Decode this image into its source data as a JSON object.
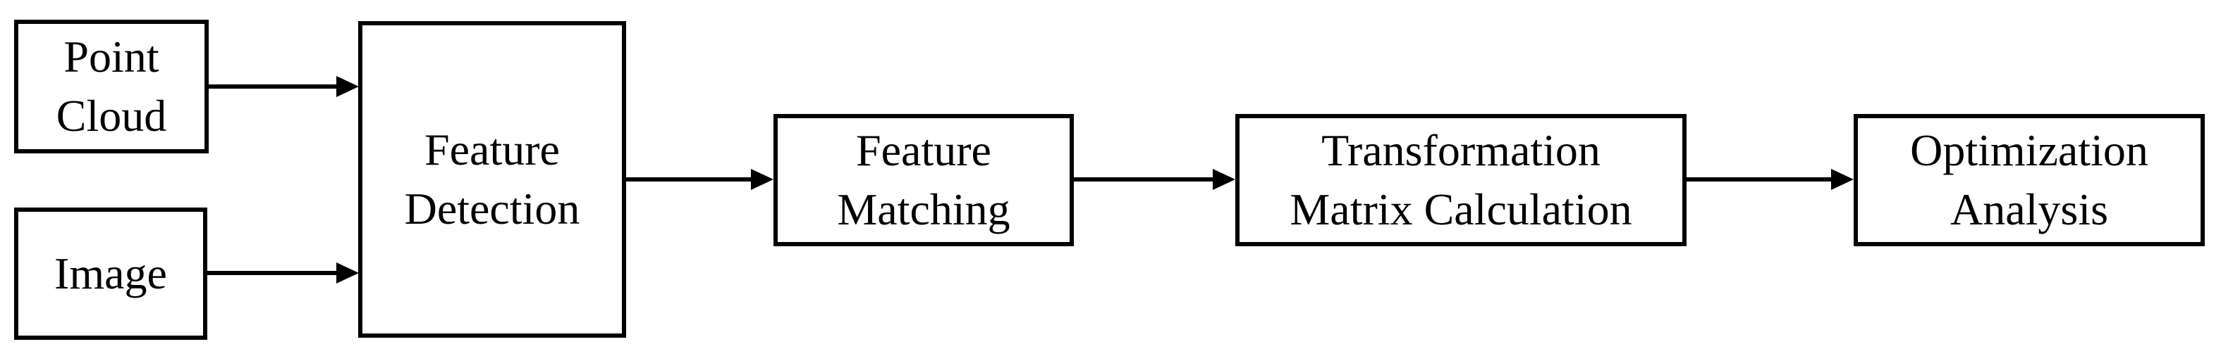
{
  "diagram": {
    "type": "flowchart",
    "background_color": "#ffffff",
    "node_fill_color": "#ffffff",
    "node_border_color": "#000000",
    "text_color": "#000000",
    "arrow_color": "#000000",
    "nodes": [
      {
        "id": "point-cloud",
        "label": "Point\nCloud"
      },
      {
        "id": "image",
        "label": "Image"
      },
      {
        "id": "feature-detection",
        "label": "Feature\nDetection"
      },
      {
        "id": "feature-matching",
        "label": "Feature\nMatching"
      },
      {
        "id": "transformation-matrix-calculation",
        "label": "Transformation\nMatrix Calculation"
      },
      {
        "id": "optimization-analysis",
        "label": "Optimization\nAnalysis"
      }
    ],
    "edges": [
      {
        "from": "point-cloud",
        "to": "feature-detection"
      },
      {
        "from": "image",
        "to": "feature-detection"
      },
      {
        "from": "feature-detection",
        "to": "feature-matching"
      },
      {
        "from": "feature-matching",
        "to": "transformation-matrix-calculation"
      },
      {
        "from": "transformation-matrix-calculation",
        "to": "optimization-analysis"
      }
    ]
  }
}
